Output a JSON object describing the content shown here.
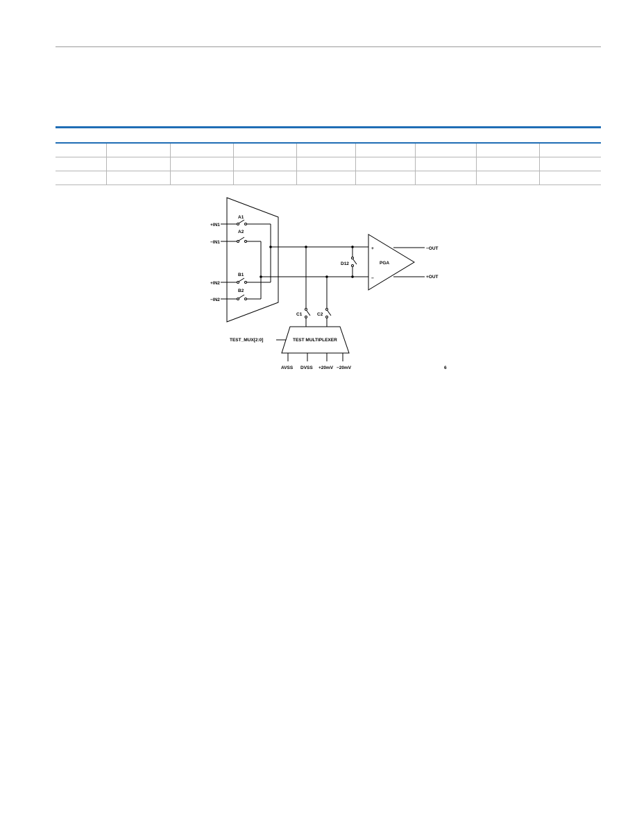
{
  "diagram": {
    "inputs": [
      "+IN1",
      "−IN1",
      "+IN2",
      "−IN2"
    ],
    "switches": [
      "A1",
      "A2",
      "B1",
      "B2",
      "D12",
      "C1",
      "C2"
    ],
    "amplifier": "PGA",
    "amp_plus": "+",
    "amp_minus": "−",
    "outputs": [
      "−OUT",
      "+OUT"
    ],
    "mux_label": "TEST MULTIPLEXER",
    "mux_control": "TEST_MUX[2:0]",
    "mux_inputs": [
      "AVSS",
      "DVSS",
      "+20mV",
      "−20mV"
    ],
    "figure_code": "6"
  }
}
